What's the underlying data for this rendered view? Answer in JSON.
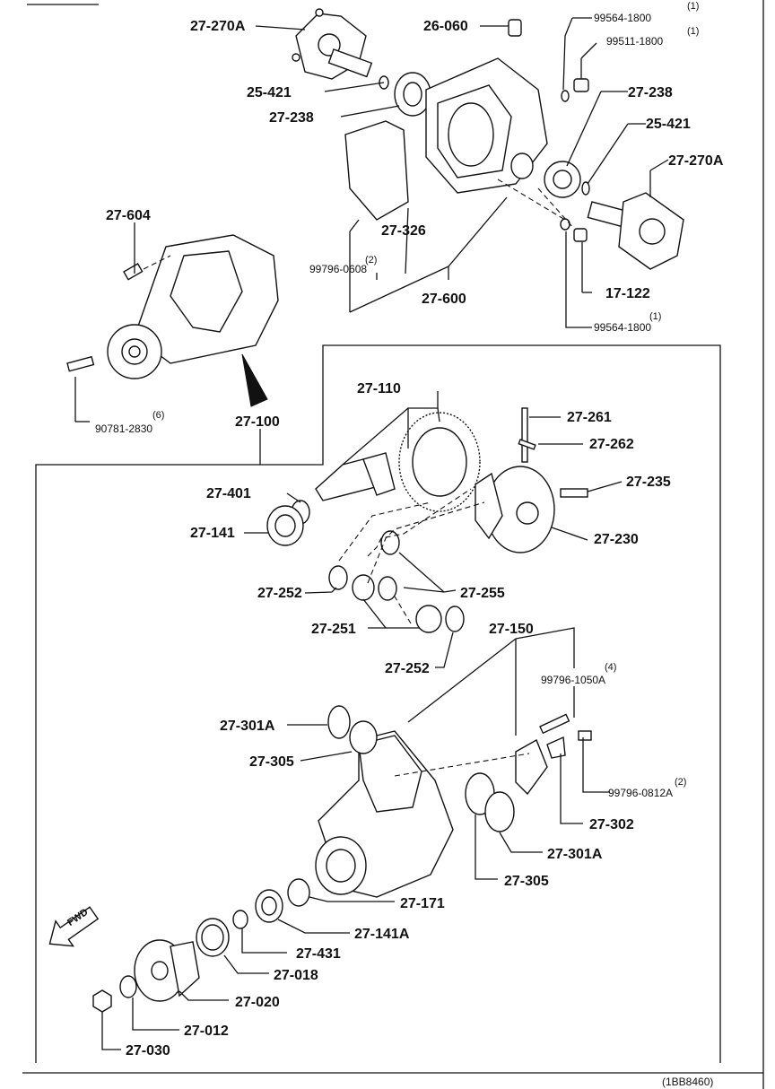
{
  "diagram": {
    "footer_code": "(1BB8460)",
    "fwd_label": "FWD",
    "labels": {
      "l_27_270A_top": "27-270A",
      "l_26_060": "26-060",
      "l_99564_top": "99564-1800",
      "q_99564_top": "(1)",
      "l_99511": "99511-1800",
      "q_99511": "(1)",
      "l_25_421_left": "25-421",
      "l_27_238_left": "27-238",
      "l_27_238_right": "27-238",
      "l_25_421_right": "25-421",
      "l_27_270A_right": "27-270A",
      "l_27_604": "27-604",
      "l_27_326": "27-326",
      "l_99796_0608": "99796-0608",
      "q_99796_0608": "(2)",
      "l_27_600": "27-600",
      "l_17_122": "17-122",
      "l_99564_bottom": "99564-1800",
      "q_99564_bottom": "(1)",
      "l_90781": "90781-2830",
      "q_90781": "(6)",
      "l_27_100": "27-100",
      "l_27_110": "27-110",
      "l_27_261": "27-261",
      "l_27_262": "27-262",
      "l_27_401": "27-401",
      "l_27_235": "27-235",
      "l_27_141": "27-141",
      "l_27_230": "27-230",
      "l_27_255": "27-255",
      "l_27_252_a": "27-252",
      "l_27_251": "27-251",
      "l_27_150": "27-150",
      "l_27_252_b": "27-252",
      "l_99796_1050A": "99796-1050A",
      "q_99796_1050A": "(4)",
      "l_27_301A_top": "27-301A",
      "l_27_305_top": "27-305",
      "l_99796_0812A": "99796-0812A",
      "q_99796_0812A": "(2)",
      "l_27_302": "27-302",
      "l_27_301A_bottom": "27-301A",
      "l_27_305_bottom": "27-305",
      "l_27_171": "27-171",
      "l_27_141A": "27-141A",
      "l_27_431": "27-431",
      "l_27_018": "27-018",
      "l_27_020": "27-020",
      "l_27_012": "27-012",
      "l_27_030": "27-030"
    }
  }
}
